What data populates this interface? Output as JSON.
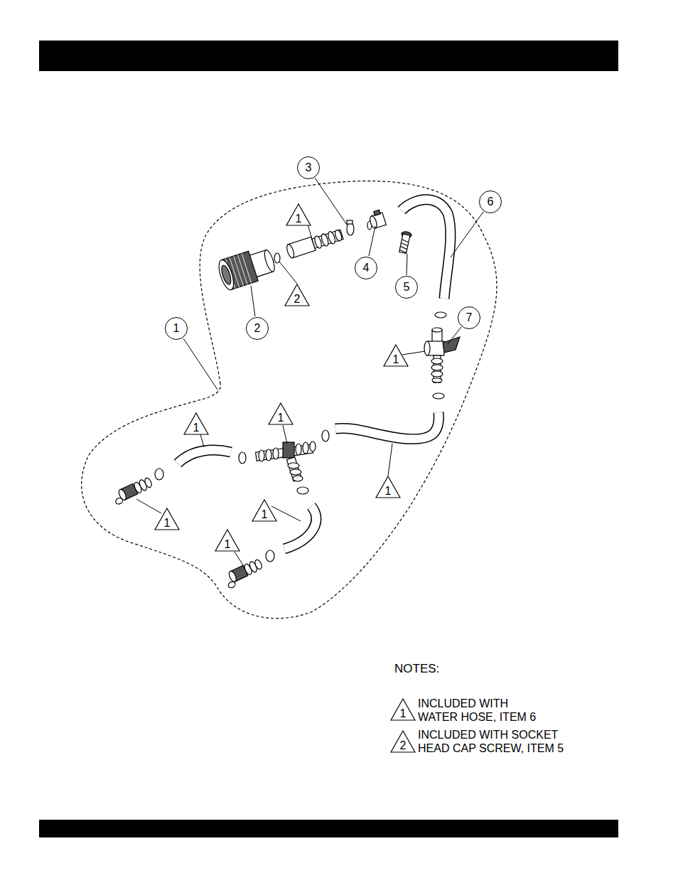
{
  "diagram": {
    "nodes": [
      {
        "text": [
          "3"
        ]
      },
      {
        "text": [
          "6"
        ]
      },
      {
        "text": [
          "1"
        ]
      },
      {
        "text": [
          "4"
        ]
      },
      {
        "text": [
          "5"
        ]
      },
      {
        "text": [
          "2"
        ]
      },
      {
        "text": [
          "1"
        ]
      },
      {
        "text": [
          "2"
        ]
      },
      {
        "text": [
          "7"
        ]
      },
      {
        "text": [
          "1"
        ]
      },
      {
        "text": [
          "1"
        ]
      },
      {
        "text": [
          "1"
        ]
      },
      {
        "text": [
          "1"
        ]
      },
      {
        "text": [
          "1"
        ]
      },
      {
        "text": [
          "1"
        ]
      },
      {
        "text": [
          "1"
        ]
      },
      {
        "text": [
          "1"
        ]
      },
      {
        "text": [
          "2"
        ]
      }
    ],
    "labels": [
      "NOTES:",
      "INCLUDED WITH WATER HOSE, ITEM 6",
      "INCLUDED WITH SOCKET HEAD CAP SCREW, ITEM 5"
    ]
  }
}
